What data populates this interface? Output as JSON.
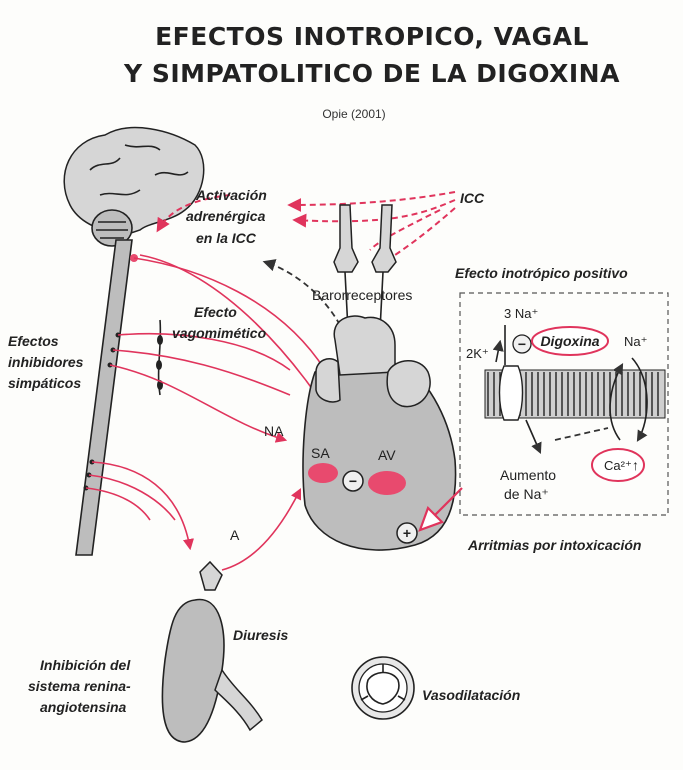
{
  "title": {
    "line1": "EFECTOS INOTROPICO, VAGAL",
    "line2": "Y SIMPATOLITICO DE LA DIGOXINA",
    "source": "Opie (2001)"
  },
  "labels": {
    "activacion1": "Activación",
    "activacion2": "adrenérgica",
    "activacion3": "en la ICC",
    "icc": "ICC",
    "barorreceptores": "Barorreceptores",
    "efecto1": "Efecto",
    "efecto2": "vagomimético",
    "inhib1": "Efectos",
    "inhib2": "inhibidores",
    "inhib3": "simpáticos",
    "na": "NA",
    "a": "A",
    "sa": "SA",
    "av": "AV",
    "minus": "−",
    "plus": "+",
    "diuresis": "Diuresis",
    "renina1": "Inhibición del",
    "renina2": "sistema renina-",
    "renina3": "angiotensina",
    "vasodilatacion": "Vasodilatación"
  },
  "inset": {
    "title": "Efecto inotrópico positivo",
    "na3": "3 Na⁺",
    "k2": "2K⁺",
    "digoxina": "Digoxina",
    "na_plus": "Na⁺",
    "ca": "Ca²⁺",
    "ca_arrow": "↑",
    "aumento1": "Aumento",
    "aumento2": "de Na⁺",
    "arritmias": "Arritmias por intoxicación"
  },
  "colors": {
    "accent_red": "#e0345c",
    "node_pink": "#e84a6e",
    "anatomy_gray": "#bdbdbd"
  }
}
